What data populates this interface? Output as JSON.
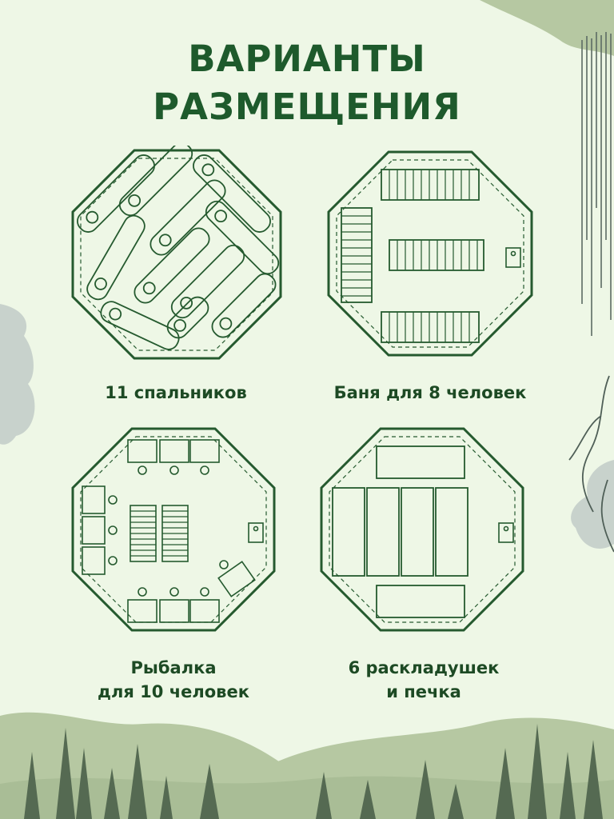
{
  "title": {
    "line1": "ВАРИАНТЫ",
    "line2": "РАЗМЕЩЕНИЯ"
  },
  "layouts": [
    {
      "caption_lines": [
        "11 спальников"
      ]
    },
    {
      "caption_lines": [
        "Баня для 8 человек"
      ]
    },
    {
      "caption_lines": [
        "Рыбалка",
        "для 10 человек"
      ]
    },
    {
      "caption_lines": [
        "6 раскладушек",
        "и печка"
      ]
    }
  ],
  "colors": {
    "background": "#eef7e6",
    "title": "#1e5a2c",
    "caption": "#1d4a24",
    "outline": "#255a2f",
    "hill": "#b6c8a2",
    "tree": "#556a52"
  }
}
